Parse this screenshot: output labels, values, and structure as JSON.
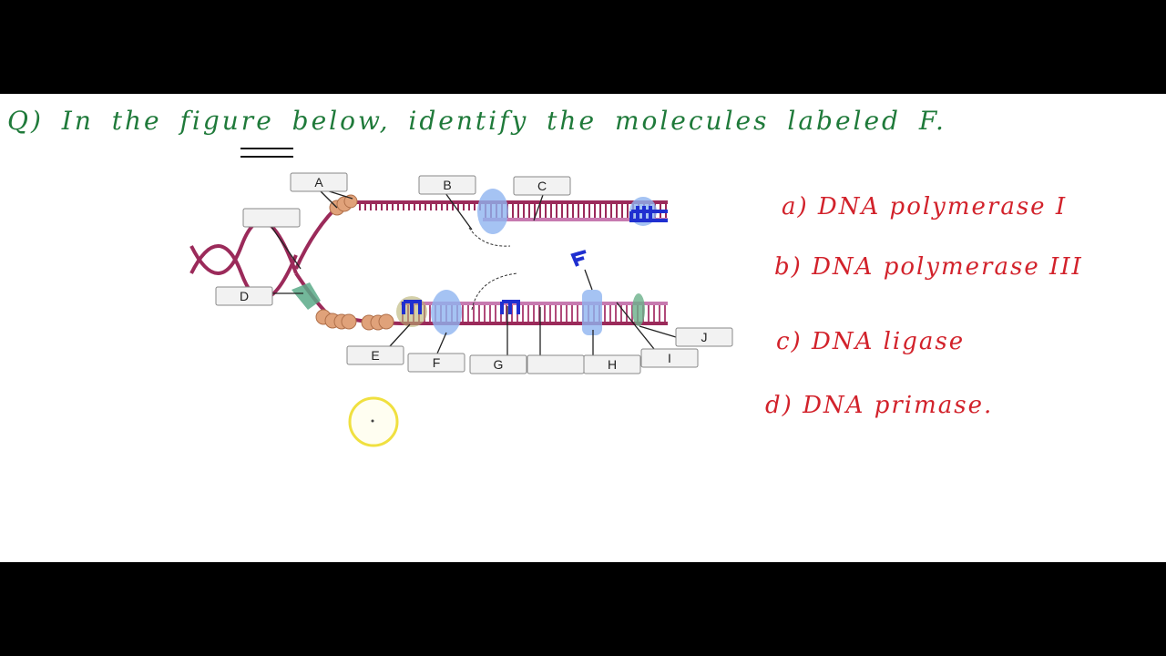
{
  "question": "Q) In the figure below, identify the molecules labeled F.",
  "options": [
    {
      "letter": "a)",
      "text": "DNA polymerase I"
    },
    {
      "letter": "b)",
      "text": "DNA polymerase III"
    },
    {
      "letter": "c)",
      "text": "DNA ligase"
    },
    {
      "letter": "d)",
      "text": "DNA primase."
    }
  ],
  "diagram": {
    "labels": [
      "A",
      "",
      "B",
      "C",
      "D",
      "E",
      "F",
      "G",
      "",
      "H",
      "I",
      "J"
    ]
  },
  "colors": {
    "question": "#1f7a3a",
    "options": "#d2222b",
    "dna": "#9b2a5a",
    "new_strand": "#c77ab0",
    "enzyme": "#8fb4f0",
    "primer": "#1f2fd0",
    "cursor": "#f0e040"
  }
}
